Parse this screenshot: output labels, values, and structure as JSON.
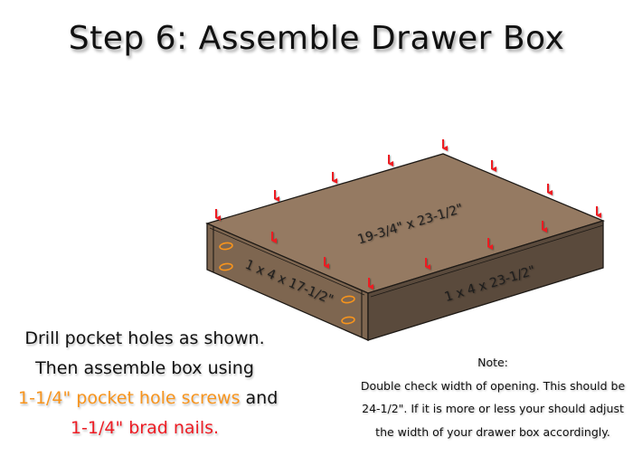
{
  "title": "Step 6: Assemble Drawer Box",
  "colors": {
    "top_face": "#957A62",
    "left_face": "#7E6650",
    "front_face": "#5A4A3C",
    "edge_line": "#1e1a16",
    "arrow": "#ED1C24",
    "pocket_hole": "#F7941D",
    "highlight_orange": "#F7941D",
    "highlight_red": "#ED1C24"
  },
  "diagram": {
    "top_label": "19-3/4\" x 23-1/2\"",
    "left_board_label": "1 x 4 x 17-1/2\"",
    "front_board_label": "1 x 4 x 23-1/2\"",
    "arrow_icon": "down-arrow-icon",
    "pocket_hole_icon": "pocket-hole-icon",
    "arrow_count": 14,
    "pocket_hole_count": 4
  },
  "instructions": {
    "line1": "Drill pocket holes as shown.",
    "line2": "Then assemble box using",
    "line3_highlight": "1-1/4\" pocket hole screws",
    "line3_rest": " and",
    "line4_highlight": "1-1/4\" brad nails."
  },
  "note": {
    "heading": "Note:",
    "line1": "Double check width of opening. This should be",
    "line2": "24-1/2\". If it is more or less your should adjust",
    "line3": "the width of your drawer box accordingly."
  }
}
